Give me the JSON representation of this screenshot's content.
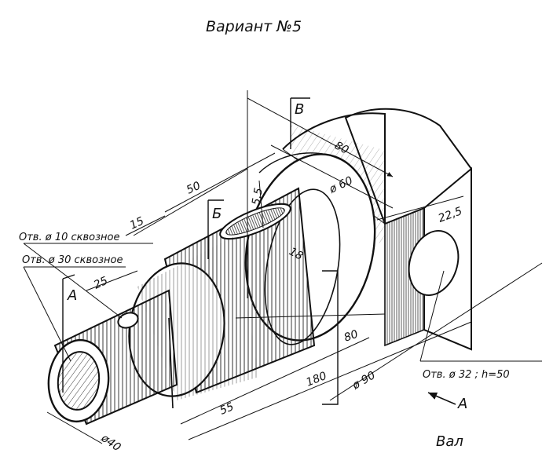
{
  "title": "Вариант №5",
  "part_name": "Вал",
  "notes": {
    "hole_10": "Отв. ø 10 сквозное",
    "hole_30": "Отв. ø 30 сквозное",
    "hole_32": "Отв. ø 32 ; h=50"
  },
  "section_marks": {
    "a": "А",
    "b": "Б",
    "v": "В",
    "view_arrow": "А"
  },
  "dimensions": {
    "d80_top": "80",
    "d60": "ø 60",
    "d50": "50",
    "d15": "15",
    "d5_5": "5,5",
    "d22_5": "22,5",
    "d18": "18",
    "d25": "25",
    "d80_side": "80",
    "d180": "180",
    "d90": "ø 90",
    "d55": "55",
    "d40": "ø40"
  }
}
